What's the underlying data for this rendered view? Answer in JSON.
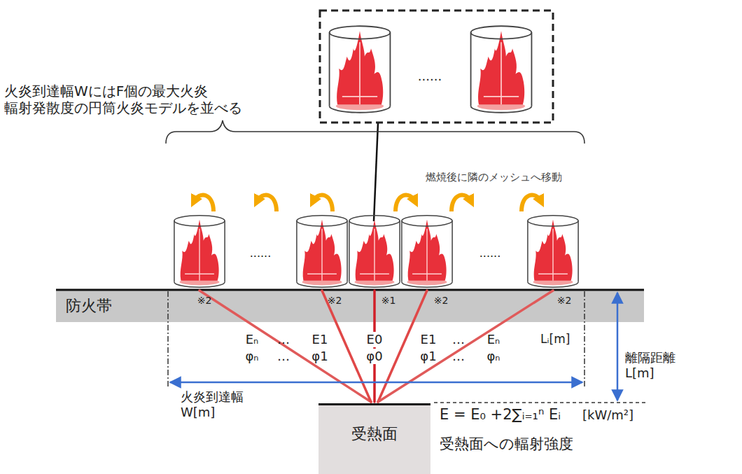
{
  "diagram": {
    "nodes": [
      {
        "text": [
          "防火帯"
        ]
      },
      {
        "text": [
          "受熱面"
        ]
      }
    ],
    "labels": [
      "火炎到達幅WにはF個の最大火炎 輻射発散度の円筒火炎モデルを並べる",
      "......",
      "燃焼後に隣のメッシュへ移動",
      "......",
      "......",
      "※2",
      "※2",
      "※1",
      "※2",
      "※2",
      "Eₙ",
      "…",
      "E1",
      "E0",
      "E1",
      "…",
      "Eₙ",
      "φₙ",
      "…",
      "φ1",
      "φ0",
      "φ1",
      "…",
      "φₙ",
      "Lᵢ[m]",
      "離隔距離 L[m]",
      "火炎到達幅 W[m]",
      "E = E₀ +2∑ᵢ₌₁ⁿ Eᵢ",
      "[kW/m²]",
      "受熱面への輻射強度"
    ]
  }
}
